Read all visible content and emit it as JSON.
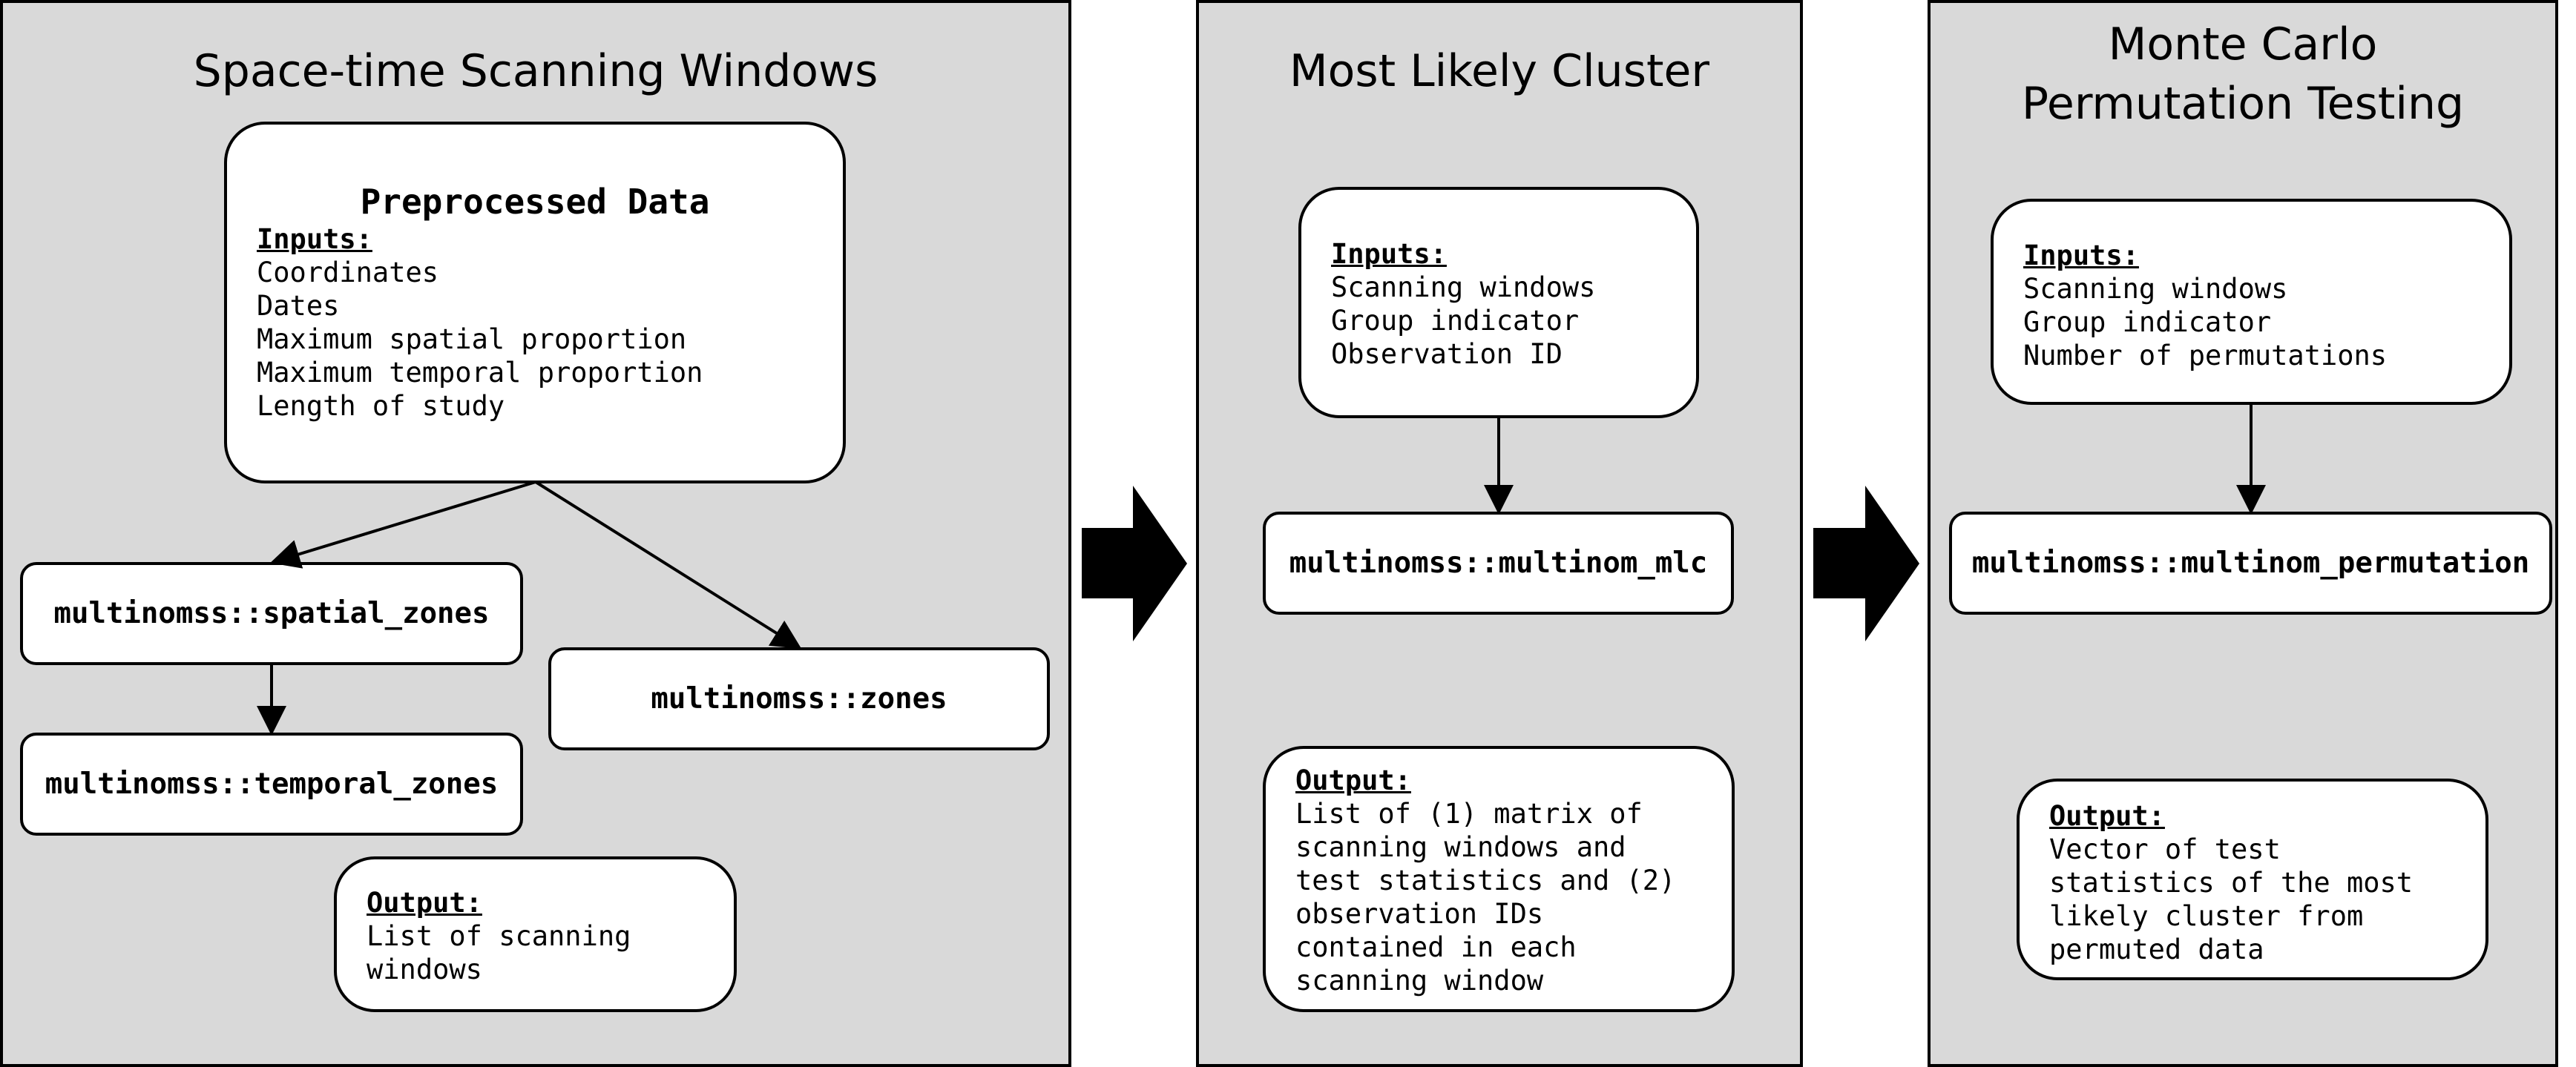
{
  "panels": [
    {
      "title": "Space-time Scanning Windows",
      "input_box": {
        "title": "Preprocessed Data",
        "label": "Inputs:",
        "items": [
          "Coordinates",
          "Dates",
          "Maximum spatial proportion",
          "Maximum temporal proportion",
          "Length of study"
        ]
      },
      "functions": {
        "spatial": "multinomss::spatial_zones",
        "temporal": "multinomss::temporal_zones",
        "zones": "multinomss::zones"
      },
      "output_box": {
        "label": "Output:",
        "lines": [
          "List of scanning",
          "windows"
        ]
      }
    },
    {
      "title": "Most Likely Cluster",
      "input_box": {
        "label": "Inputs:",
        "items": [
          "Scanning windows",
          "Group indicator",
          "Observation ID"
        ]
      },
      "function": "multinomss::multinom_mlc",
      "output_box": {
        "label": "Output:",
        "lines": [
          "List of (1) matrix of",
          "scanning windows and",
          "test statistics and (2)",
          "observation IDs",
          "contained in each",
          "scanning window"
        ]
      }
    },
    {
      "title_lines": [
        "Monte Carlo",
        "Permutation Testing"
      ],
      "input_box": {
        "label": "Inputs:",
        "items": [
          "Scanning windows",
          "Group indicator",
          "Number of permutations"
        ]
      },
      "function": "multinomss::multinom_permutation",
      "output_box": {
        "label": "Output:",
        "lines": [
          "Vector of test",
          "statistics of the most",
          "likely cluster from",
          "permuted data"
        ]
      }
    }
  ]
}
